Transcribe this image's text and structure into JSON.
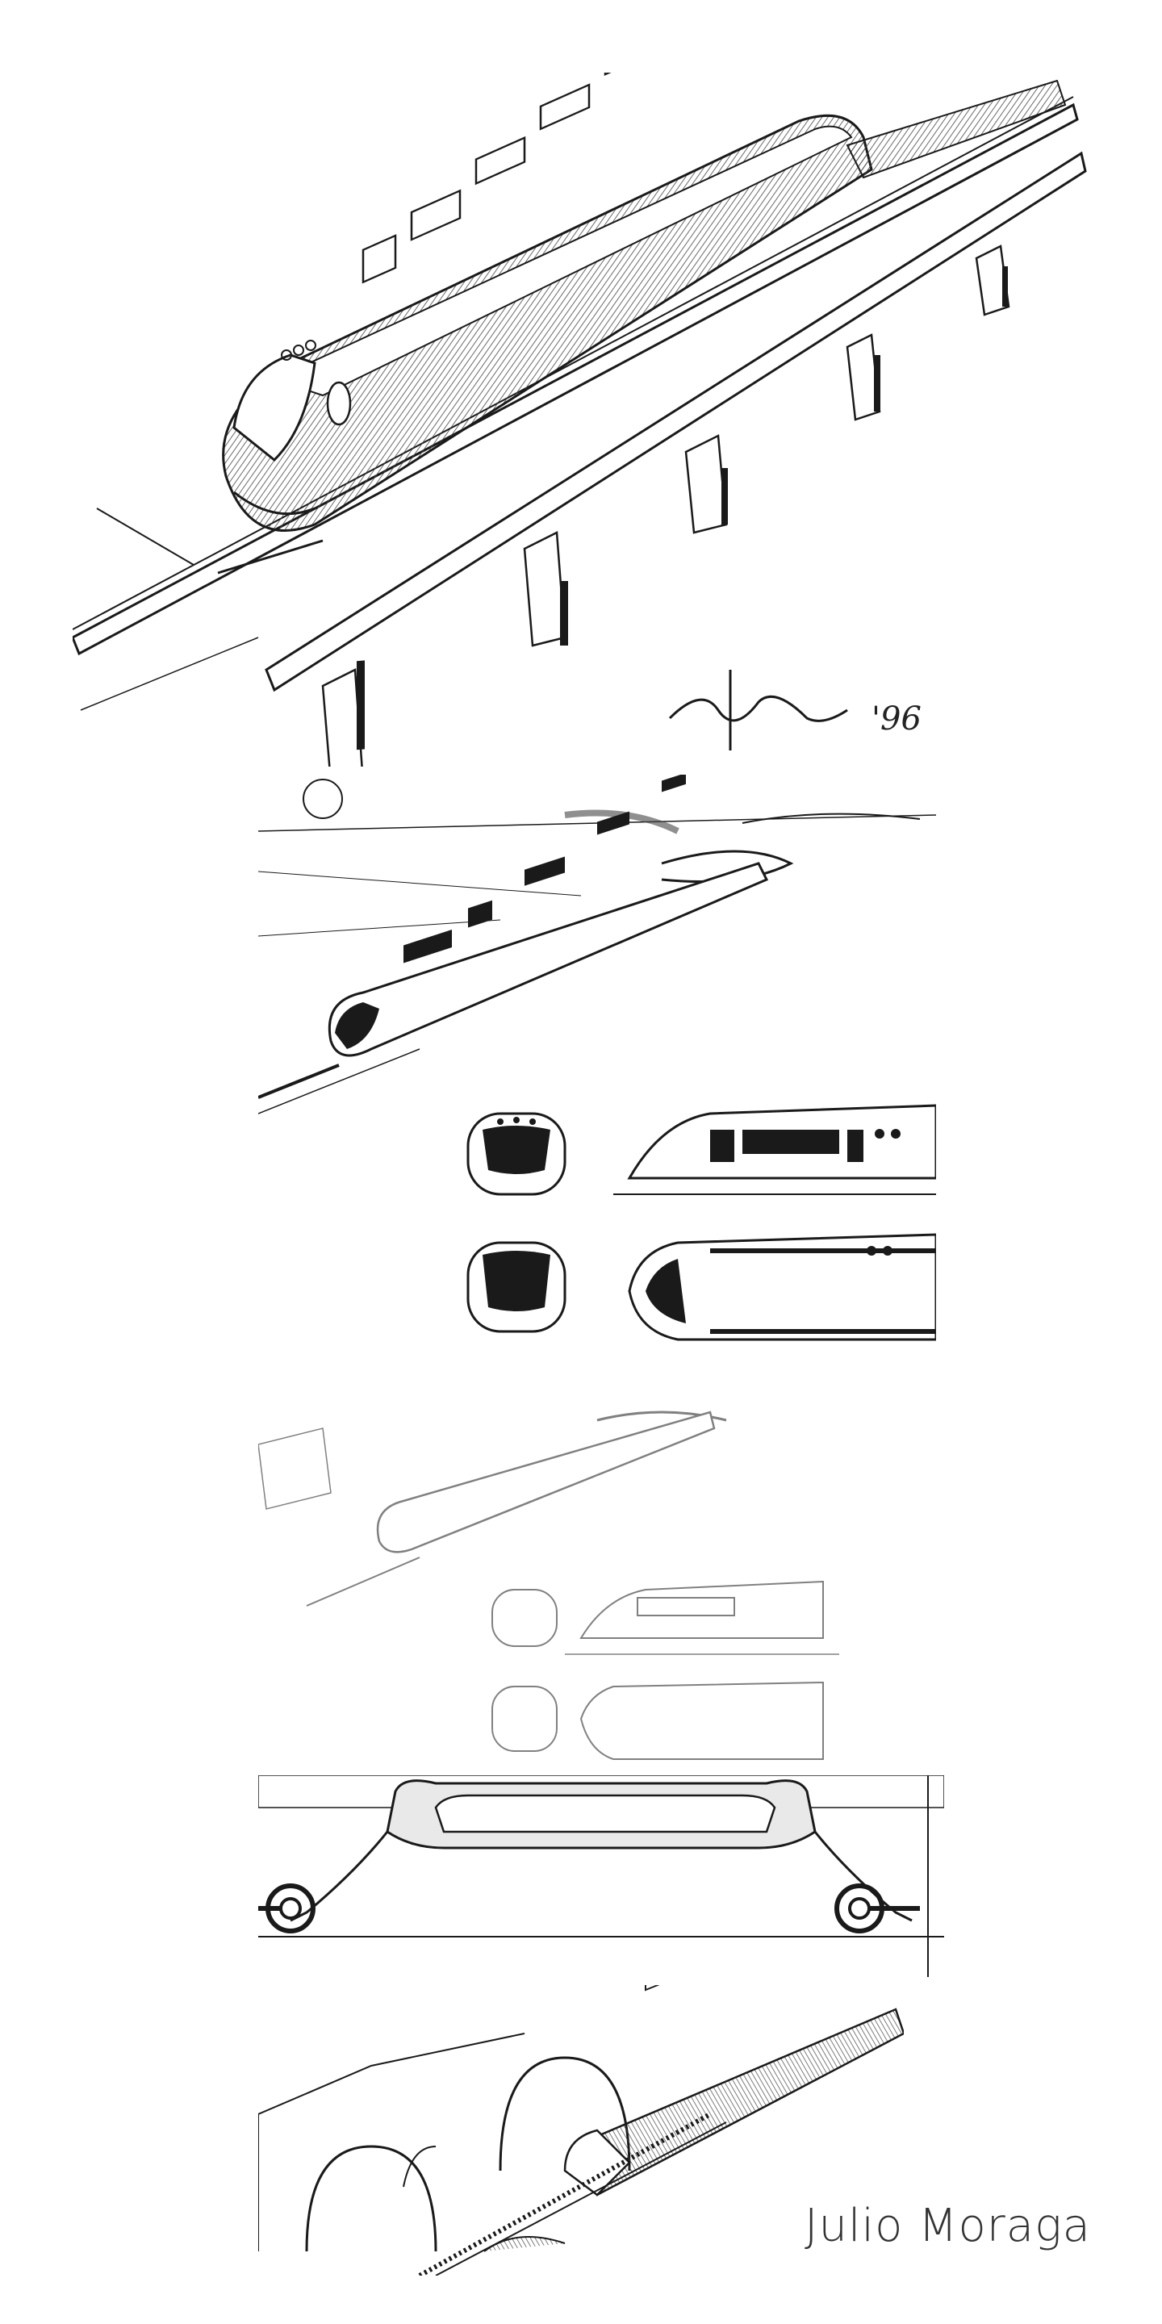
{
  "page": {
    "title": ""
  },
  "sketch_sheet": {
    "panels": [
      {
        "id": "elevated-monorail-perspective"
      },
      {
        "id": "monorail-landscape-and-orthographic-views"
      },
      {
        "id": "monorail-faded-repeat-views"
      },
      {
        "id": "track-cross-section"
      },
      {
        "id": "tunnel-station-perspective"
      }
    ],
    "signature_date": "'96",
    "author_name": "Julio Moraga"
  },
  "colors": {
    "ink": "#1a1a1a",
    "hatch": "#555555",
    "paper": "#ffffff",
    "faded": "#9a9a9a"
  }
}
